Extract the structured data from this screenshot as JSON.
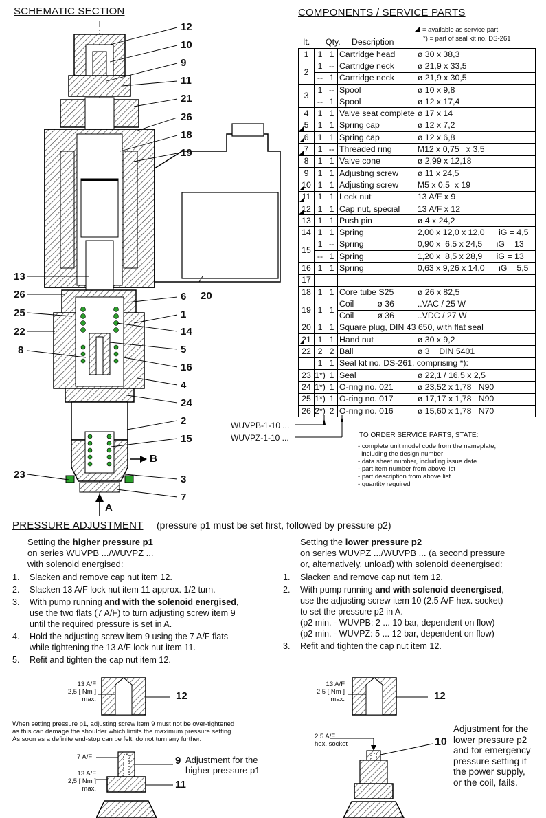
{
  "schematic": {
    "title": "SCHEMATIC SECTION",
    "callouts_right": [
      "12",
      "10",
      "9",
      "11",
      "21",
      "26",
      "18",
      "19",
      "20",
      "6",
      "1",
      "14",
      "5",
      "16",
      "4",
      "24",
      "2",
      "15",
      "B",
      "3",
      "7"
    ],
    "callouts_left": [
      "13",
      "26",
      "25",
      "22",
      "8",
      "23"
    ],
    "port_a": "A"
  },
  "components": {
    "title": "COMPONENTS / SERVICE PARTS",
    "legend_service": "= available as service part",
    "legend_seal": "*) = part of seal kit no. DS-261",
    "headers": {
      "it": "It.",
      "qty": "Qty.",
      "desc": "Description"
    },
    "variant_1": "WUVPB-1-10 ...",
    "variant_2": "WUVPZ-1-10 ...",
    "rows": [
      {
        "it": "1",
        "q1": "1",
        "q2": "1",
        "desc": "Cartridge head",
        "dim": "ø 30 x 38,3",
        "svc": false
      },
      {
        "it": "2",
        "q1": "1",
        "q2": "--",
        "desc": "Cartridge neck",
        "dim": "ø 21,9 x 33,5",
        "svc": false,
        "span": 2
      },
      {
        "it": "",
        "q1": "--",
        "q2": "1",
        "desc": "Cartridge neck",
        "dim": "ø 21,9 x 30,5",
        "svc": false,
        "cont": true
      },
      {
        "it": "3",
        "q1": "1",
        "q2": "--",
        "desc": "Spool",
        "dim": "ø 10 x 9,8",
        "svc": false,
        "span": 2
      },
      {
        "it": "",
        "q1": "--",
        "q2": "1",
        "desc": "Spool",
        "dim": "ø 12 x 17,4",
        "svc": false,
        "cont": true
      },
      {
        "it": "4",
        "q1": "1",
        "q2": "1",
        "desc": "Valve seat complete",
        "dim": "ø 17 x 14",
        "svc": false
      },
      {
        "it": "5",
        "q1": "1",
        "q2": "1",
        "desc": "Spring cap",
        "dim": "ø 12 x 7,2",
        "svc": true
      },
      {
        "it": "6",
        "q1": "1",
        "q2": "1",
        "desc": "Spring cap",
        "dim": "ø 12 x 6,8",
        "svc": true
      },
      {
        "it": "7",
        "q1": "1",
        "q2": "--",
        "desc": "Threaded ring",
        "dim": "M12 x 0,75   x 3,5",
        "svc": true
      },
      {
        "it": "8",
        "q1": "1",
        "q2": "1",
        "desc": "Valve cone",
        "dim": "ø 2,99 x 12,18",
        "svc": false
      },
      {
        "it": "9",
        "q1": "1",
        "q2": "1",
        "desc": "Adjusting screw",
        "dim": "ø 11 x 24,5",
        "svc": false
      },
      {
        "it": "10",
        "q1": "1",
        "q2": "1",
        "desc": "Adjusting screw",
        "dim": "M5 x 0,5  x 19",
        "svc": true
      },
      {
        "it": "11",
        "q1": "1",
        "q2": "1",
        "desc": "Lock nut",
        "dim": "13 A/F x 9",
        "svc": true
      },
      {
        "it": "12",
        "q1": "1",
        "q2": "1",
        "desc": "Cap nut, special",
        "dim": "13 A/F x 12",
        "svc": true
      },
      {
        "it": "13",
        "q1": "1",
        "q2": "1",
        "desc": "Push pin",
        "dim": "ø 4 x 24,2",
        "svc": false
      },
      {
        "it": "14",
        "q1": "1",
        "q2": "1",
        "desc": "Spring",
        "dim": "2,00 x 12,0 x 12,0      iG = 4,5",
        "svc": false
      },
      {
        "it": "15",
        "q1": "1",
        "q2": "--",
        "desc": "Spring",
        "dim": "0,90 x  6,5 x 24,5      iG = 13",
        "svc": false,
        "span": 2
      },
      {
        "it": "",
        "q1": "--",
        "q2": "1",
        "desc": "Spring",
        "dim": "1,20 x  8,5 x 28,9      iG = 13",
        "svc": false,
        "cont": true
      },
      {
        "it": "16",
        "q1": "1",
        "q2": "1",
        "desc": "Spring",
        "dim": "0,63 x 9,26 x 14,0      iG = 5,5",
        "svc": false
      },
      {
        "it": "17",
        "q1": "",
        "q2": "",
        "desc": "",
        "dim": "",
        "svc": false
      },
      {
        "it": "18",
        "q1": "1",
        "q2": "1",
        "desc": "Core tube S25",
        "dim": "ø 26 x 82,5",
        "svc": false
      },
      {
        "it": "19",
        "q1": "1",
        "q2": "1",
        "desc": "Coil          ø 36",
        "dim": "..VAC / 25 W",
        "svc": false,
        "span": 2,
        "qspan": 2
      },
      {
        "it": "",
        "q1": "",
        "q2": "",
        "desc": "Coil          ø 36",
        "dim": "..VDC / 27 W",
        "svc": false,
        "cont": true,
        "qcont": true
      },
      {
        "it": "20",
        "q1": "1",
        "q2": "1",
        "desc": "Square plug, DIN 43 650, with flat seal",
        "dim": "",
        "svc": false,
        "wide": true
      },
      {
        "it": "21",
        "q1": "1",
        "q2": "1",
        "desc": "Hand nut",
        "dim": "ø 30 x 9,2",
        "svc": true
      },
      {
        "it": "22",
        "q1": "2",
        "q2": "2",
        "desc": "Ball",
        "dim": "ø 3    DIN 5401",
        "svc": false
      },
      {
        "it": "",
        "q1": "1",
        "q2": "1",
        "desc": "Seal kit no. DS-261, comprising *):",
        "dim": "",
        "svc": false,
        "wide": true
      },
      {
        "it": "23",
        "q1": "1*)",
        "q2": "1",
        "desc": "Seal",
        "dim": "ø 22,1 / 16,5 x 2,5",
        "svc": false
      },
      {
        "it": "24",
        "q1": "1*)",
        "q2": "1",
        "desc": "O-ring no. 021",
        "dim": "ø 23,52 x 1,78   N90",
        "svc": false
      },
      {
        "it": "25",
        "q1": "1*)",
        "q2": "1",
        "desc": "O-ring no. 017",
        "dim": "ø 17,17 x 1,78   N90",
        "svc": false
      },
      {
        "it": "26",
        "q1": "2*)",
        "q2": "2",
        "desc": "O-ring no. 016",
        "dim": "ø 15,60 x 1,78   N70",
        "svc": false
      }
    ]
  },
  "ordering": {
    "title": "TO ORDER SERVICE PARTS, STATE:",
    "items": [
      "complete unit model code from the nameplate,",
      "including the design number",
      "data sheet number, including issue date",
      "part item number from above list",
      "part description from above list",
      "quantity required"
    ]
  },
  "adjust": {
    "title": "PRESSURE ADJUSTMENT",
    "note": "(pressure p1 must be set first, followed by pressure p2)",
    "left": {
      "h1": "Setting the ",
      "h1b": "higher pressure p1",
      "h2": "on series WUVPB .../WUVPZ ...",
      "h3": "with solenoid energised:",
      "s1": "Slacken and remove cap nut item 12.",
      "s2": "Slacken 13 A/F lock nut item 11 approx. 1/2 turn.",
      "s3a": "With pump running ",
      "s3b": "and with the solenoid energised",
      "s3c": ",",
      "s3d": "use the two flats (7 A/F) to turn adjusting screw item 9",
      "s3e": "until the required pressure is set in A.",
      "s4a": "Hold the adjusting screw item 9 using the 7 A/F flats",
      "s4b": "while tightening the 13 A/F lock nut item 11.",
      "s5": "Refit and tighten the cap nut item 12.",
      "warn1": "When setting pressure p1, adjusting screw item 9 must not be over-tightened",
      "warn2": "as this can damage the shoulder which limits the maximum pressure setting.",
      "warn3": "As soon as a definite end-stop can be felt, do not turn any further.",
      "d1_af": "13 A/F",
      "d1_torque": "2,5 [ Nm ]",
      "d1_max": "max.",
      "d1_item": "12",
      "d2_af": "7 A/F",
      "d2_item9": "9",
      "d2_text1": "Adjustment for the",
      "d2_text2": "higher pressure p1",
      "d2_af2": "13 A/F",
      "d2_torque": "2,5 [ Nm ]",
      "d2_max": "max.",
      "d2_item11": "11"
    },
    "right": {
      "h1": "Setting the ",
      "h1b": "lower pressure p2",
      "h2": "on series WUVPZ .../WUVPB ... (a second pressure",
      "h3": "or, alternatively, unload) with solenoid deenergised:",
      "s1": "Slacken and remove cap nut item 12.",
      "s2a": "With pump running ",
      "s2b": "and with solenoid deenergised",
      "s2c": ",",
      "s2d": "use the adjusting screw item 10 (2.5 A/F hex. socket)",
      "s2e": "to set the pressure p2 in A.",
      "s2f": "(p2 min. - WUVPB:  2 ... 10 bar, dependent on flow)",
      "s2g": "(p2 min. - WUVPZ:  5 ... 12 bar, dependent on flow)",
      "s3": "Refit and tighten the cap nut item 12.",
      "d1_af": "13 A/F",
      "d1_torque": "2,5 [ Nm ]",
      "d1_max": "max.",
      "d1_item": "12",
      "d2_af": "2.5 A/F",
      "d2_sock": "hex. socket",
      "d2_item": "10",
      "d2_t1": "Adjustment for the",
      "d2_t2": "lower pressure p2",
      "d2_t3": "and for emergency",
      "d2_t4": "pressure setting if",
      "d2_t5": "the power supply,",
      "d2_t6": "or the coil, fails."
    }
  }
}
